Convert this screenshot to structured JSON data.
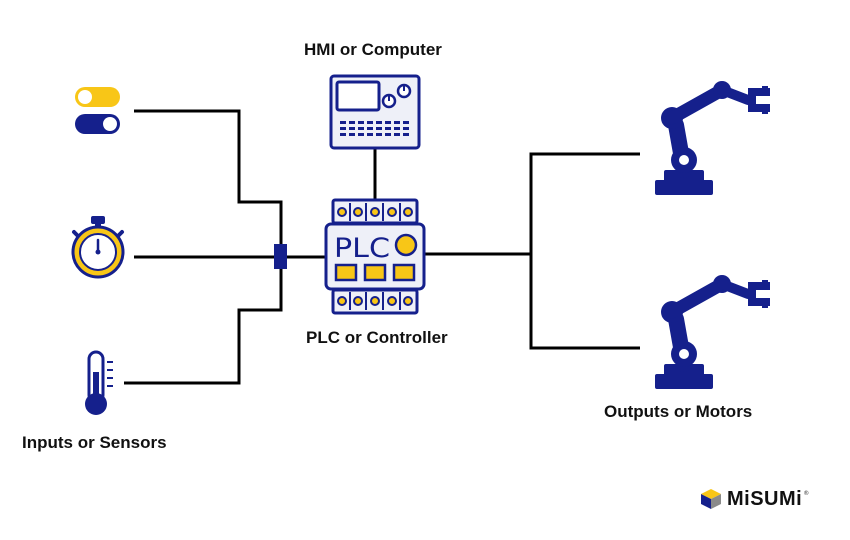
{
  "labels": {
    "hmi": "HMI or Computer",
    "plc": "PLC or Controller",
    "inputs": "Inputs or Sensors",
    "outputs": "Outputs or Motors"
  },
  "plc_text": "PLC",
  "logo": {
    "text": "MiSUMi",
    "registered": "®"
  },
  "icons": [
    "toggle-switch-icon",
    "stopwatch-icon",
    "thermometer-icon",
    "hmi-panel-icon",
    "plc-unit-icon",
    "robot-arm-icon",
    "robot-arm-icon",
    "misumi-logo-icon"
  ],
  "colors": {
    "navy": "#15208c",
    "yellow": "#f8c617",
    "line": "#000000",
    "panel_fill": "#eef0f8"
  }
}
